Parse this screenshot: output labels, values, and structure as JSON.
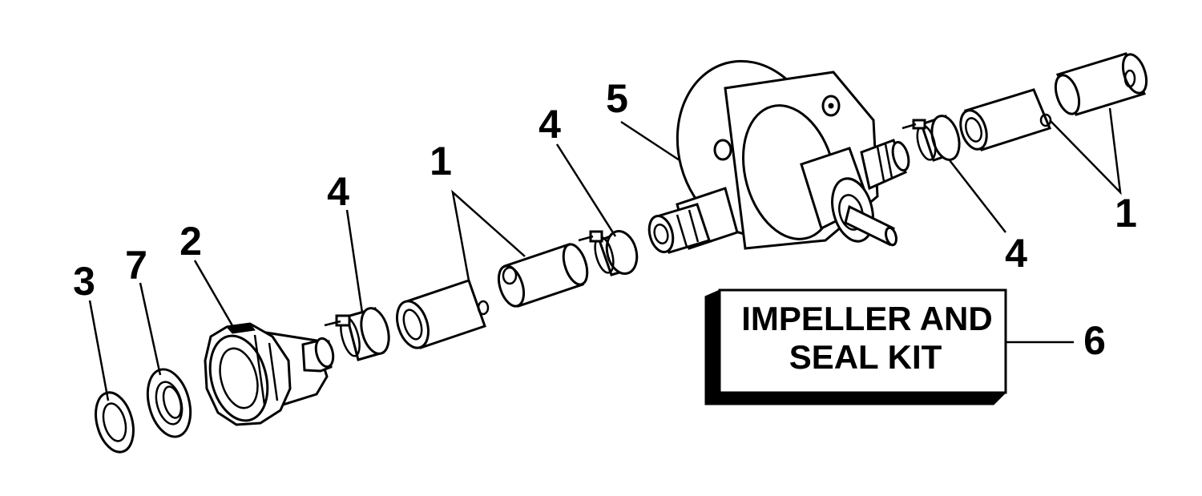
{
  "callouts": {
    "washer": "3",
    "gasket": "7",
    "nut": "2",
    "clamp_a": "4",
    "hose_mid": "1",
    "clamp_b": "4",
    "pump": "5",
    "clamp_c": "4",
    "hose_right": "1",
    "kit": "6"
  },
  "kit_box": {
    "line1": "IMPELLER AND",
    "line2": "SEAL KIT"
  }
}
